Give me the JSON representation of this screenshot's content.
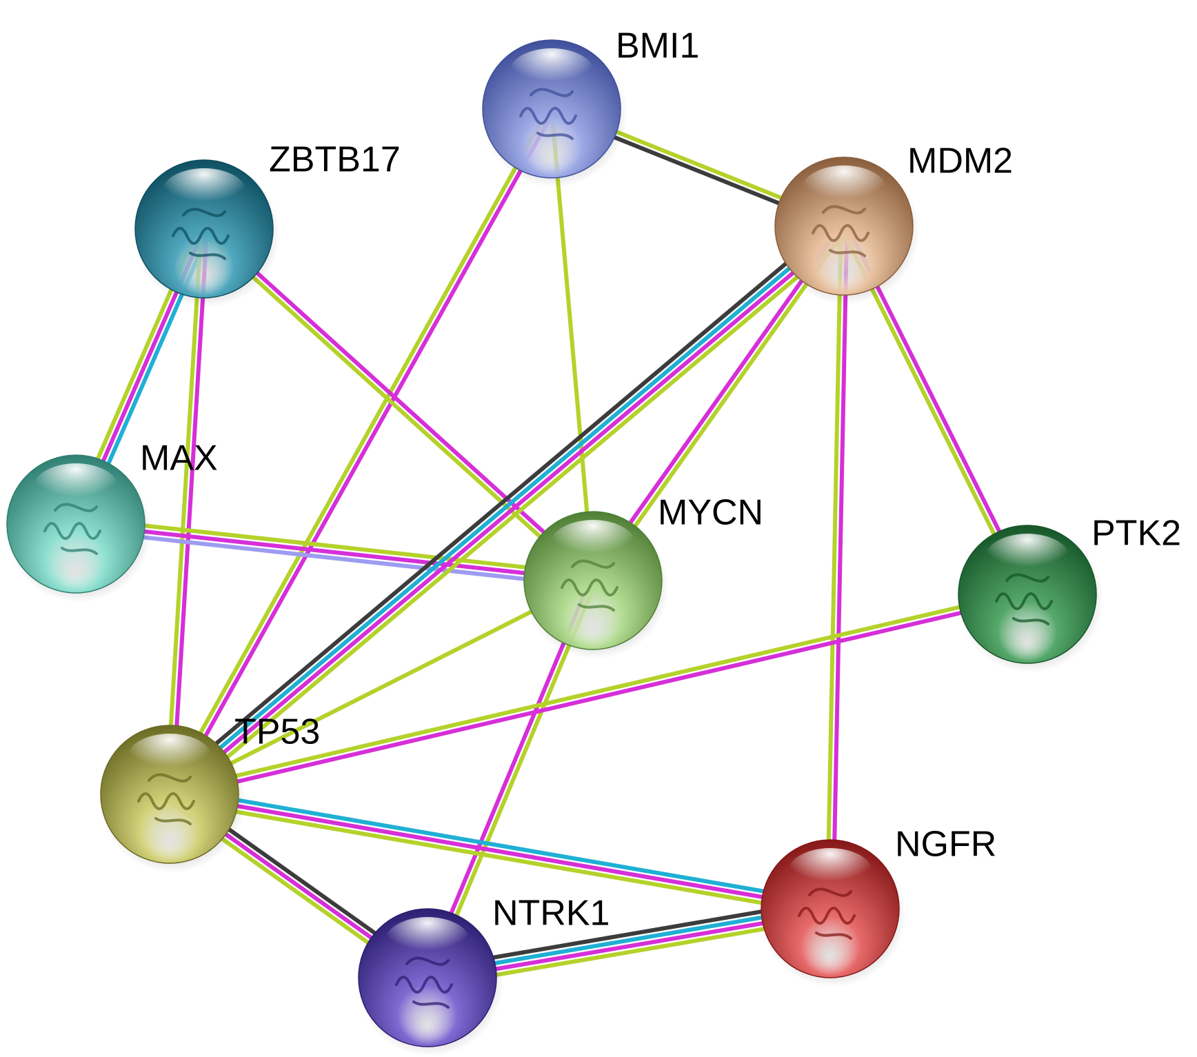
{
  "evidence_colors": {
    "pink": "#d62fd8",
    "lime": "#b4d22a",
    "cyan": "#1fb0d4",
    "gray": "#3c3c3c",
    "lavender": "#9d9cf2"
  },
  "nodes": [
    {
      "id": "BMI1",
      "label": "BMI1",
      "color": "#9eaae6",
      "dark": "#3f4f9a",
      "structure": "cartoon-purple"
    },
    {
      "id": "ZBTB17",
      "label": "ZBTB17",
      "color": "#4fa7bd",
      "dark": "#0f4f62",
      "structure": "cartoon-blue"
    },
    {
      "id": "MDM2",
      "label": "MDM2",
      "color": "#e8c2a0",
      "dark": "#8a5e3c",
      "structure": "cartoon-pink"
    },
    {
      "id": "MAX",
      "label": "MAX",
      "color": "#8fe0d0",
      "dark": "#2f7f72",
      "structure": "cartoon-brown"
    },
    {
      "id": "MYCN",
      "label": "MYCN",
      "color": "#b3dc92",
      "dark": "#4f7f35",
      "structure": "cartoon-orange"
    },
    {
      "id": "PTK2",
      "label": "PTK2",
      "color": "#55a86a",
      "dark": "#17572a",
      "structure": "cartoon-slate"
    },
    {
      "id": "TP53",
      "label": "TP53",
      "color": "#d2d27a",
      "dark": "#6b6b24",
      "structure": "cartoon-rainbow"
    },
    {
      "id": "NGFR",
      "label": "NGFR",
      "color": "#e86a6a",
      "dark": "#861818",
      "structure": "cartoon-rainbow"
    },
    {
      "id": "NTRK1",
      "label": "NTRK1",
      "color": "#7f6ad2",
      "dark": "#2d1f72",
      "structure": "cartoon-violet"
    }
  ],
  "edges": [
    {
      "source": "BMI1",
      "target": "MDM2",
      "evidence": [
        "lime",
        "gray"
      ]
    },
    {
      "source": "BMI1",
      "target": "TP53",
      "evidence": [
        "pink",
        "lime"
      ]
    },
    {
      "source": "BMI1",
      "target": "MYCN",
      "evidence": [
        "lime"
      ]
    },
    {
      "source": "ZBTB17",
      "target": "MAX",
      "evidence": [
        "cyan",
        "pink",
        "lime"
      ]
    },
    {
      "source": "ZBTB17",
      "target": "TP53",
      "evidence": [
        "pink",
        "lime"
      ]
    },
    {
      "source": "ZBTB17",
      "target": "MYCN",
      "evidence": [
        "pink",
        "lime"
      ]
    },
    {
      "source": "MAX",
      "target": "MYCN",
      "evidence": [
        "lime",
        "pink",
        "lavender"
      ]
    },
    {
      "source": "MDM2",
      "target": "TP53",
      "evidence": [
        "lime",
        "pink",
        "cyan",
        "gray"
      ]
    },
    {
      "source": "MDM2",
      "target": "MYCN",
      "evidence": [
        "lime",
        "pink"
      ]
    },
    {
      "source": "MDM2",
      "target": "NGFR",
      "evidence": [
        "pink",
        "lime"
      ]
    },
    {
      "source": "MDM2",
      "target": "PTK2",
      "evidence": [
        "pink",
        "lime"
      ]
    },
    {
      "source": "MYCN",
      "target": "TP53",
      "evidence": [
        "lime"
      ]
    },
    {
      "source": "MYCN",
      "target": "NTRK1",
      "evidence": [
        "lime",
        "pink"
      ]
    },
    {
      "source": "PTK2",
      "target": "TP53",
      "evidence": [
        "pink",
        "lime"
      ]
    },
    {
      "source": "TP53",
      "target": "NGFR",
      "evidence": [
        "cyan",
        "pink",
        "lime"
      ]
    },
    {
      "source": "TP53",
      "target": "NTRK1",
      "evidence": [
        "gray",
        "pink",
        "lime"
      ]
    },
    {
      "source": "NTRK1",
      "target": "NGFR",
      "evidence": [
        "gray",
        "cyan",
        "pink",
        "lime"
      ]
    }
  ]
}
